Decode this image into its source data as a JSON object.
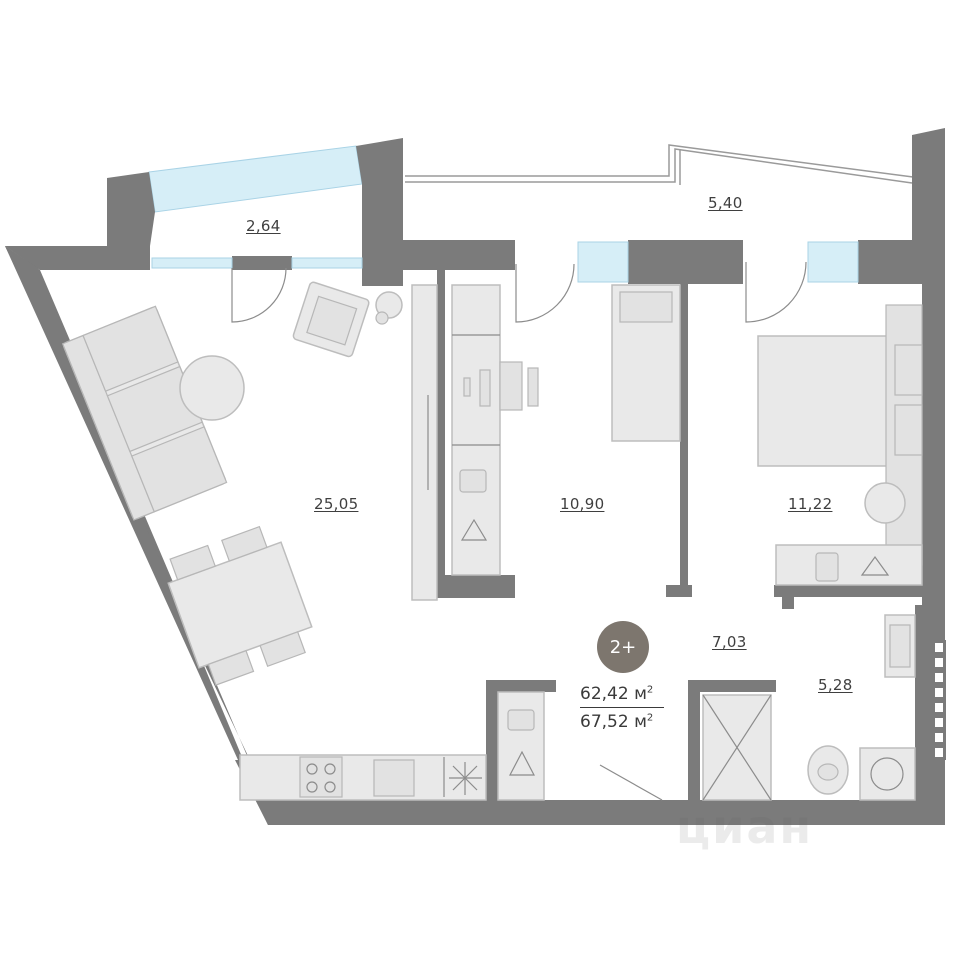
{
  "rooms": [
    {
      "id": "loggia-left",
      "area": "2,64"
    },
    {
      "id": "balcony",
      "area": "5,40"
    },
    {
      "id": "living-kitchen",
      "area": "25,05"
    },
    {
      "id": "bedroom-1",
      "area": "10,90"
    },
    {
      "id": "bedroom-2",
      "area": "11,22"
    },
    {
      "id": "hall",
      "area": "7,03"
    },
    {
      "id": "bathroom",
      "area": "5,28"
    }
  ],
  "badge": {
    "label": "2+"
  },
  "totals": {
    "living": "62,42 м",
    "total": "67,52 м",
    "unit_power": "2"
  },
  "watermark": {
    "text": "циан"
  },
  "colors": {
    "wall": "#7b7b7b",
    "furniture": "#e9e9e9",
    "furniture_stroke": "#bdbdbd",
    "window": "#d6eef7",
    "badge": "#7d766e"
  }
}
